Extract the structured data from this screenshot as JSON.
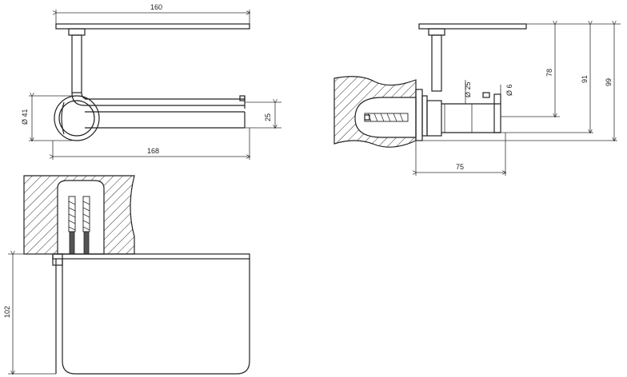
{
  "dimensions": {
    "top_width": "160",
    "diameter_41": "Ø 41",
    "height_25": "25",
    "length_168": "168",
    "diameter_25": "Ø 25",
    "diameter_6": "Ø 6",
    "height_78": "78",
    "height_91": "91",
    "height_99": "99",
    "depth_75": "75",
    "height_102": "102"
  }
}
